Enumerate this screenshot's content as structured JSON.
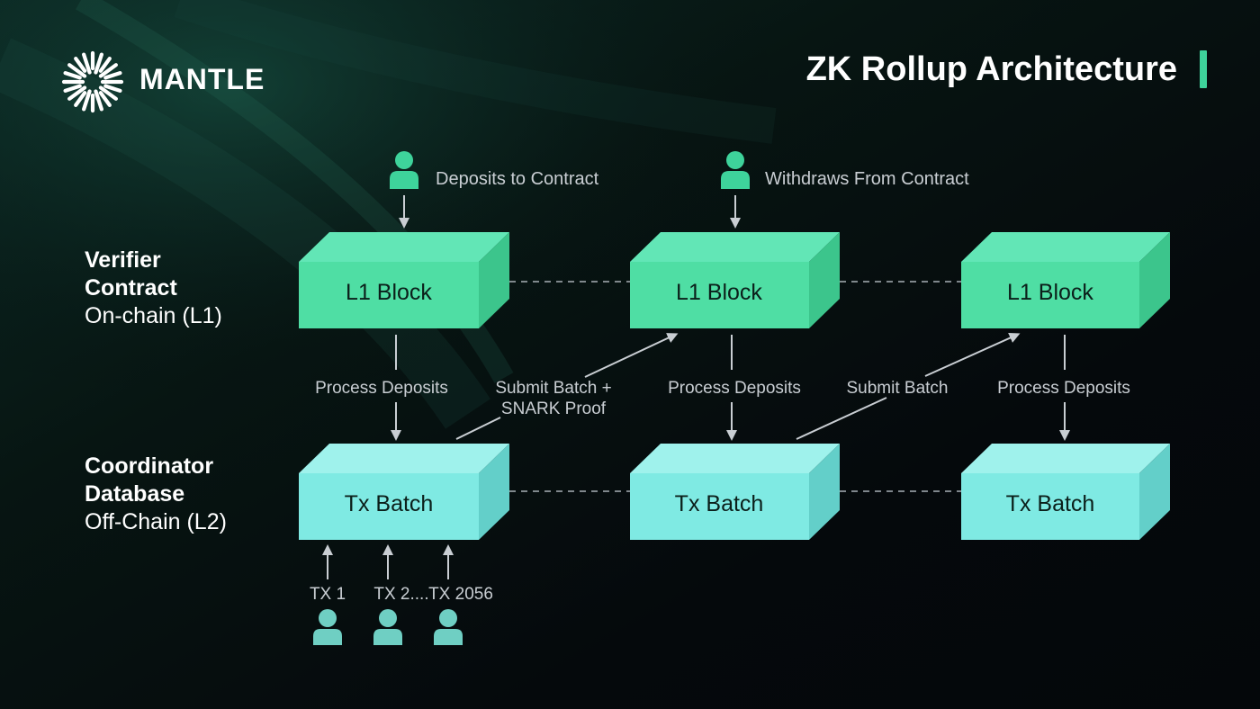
{
  "brand": {
    "name": "MANTLE"
  },
  "title": "ZK Rollup Architecture",
  "colors": {
    "accent": "#3ed39b",
    "l1_front": "#4fdea4",
    "l1_top": "#62e6b6",
    "l1_side": "#3cc58c",
    "l2_front": "#7feae3",
    "l2_top": "#9ff2ec",
    "l2_side": "#63cfc9",
    "person_green": "#3ed39b",
    "person_teal": "#6fcfc3"
  },
  "rows": {
    "l1": {
      "line1": "Verifier",
      "line2": "Contract",
      "line3": "On-chain (L1)"
    },
    "l2": {
      "line1": "Coordinator",
      "line2": "Database",
      "line3": "Off-Chain (L2)"
    }
  },
  "boxes": {
    "l1": [
      "L1 Block",
      "L1 Block",
      "L1 Block"
    ],
    "l2": [
      "Tx Batch",
      "Tx Batch",
      "Tx Batch"
    ]
  },
  "users": {
    "deposit": "Deposits to Contract",
    "withdraw": "Withdraws From Contract"
  },
  "edges": {
    "process": [
      "Process Deposits",
      "Process Deposits",
      "Process Deposits"
    ],
    "submit1_line1": "Submit Batch +",
    "submit1_line2": "SNARK Proof",
    "submit2": "Submit Batch"
  },
  "tx_labels": [
    "TX 1",
    "TX 2....",
    "TX 2056"
  ],
  "icons": [
    "mantle-logo-icon",
    "person-icon",
    "arrow-down-icon",
    "arrow-up-icon"
  ]
}
